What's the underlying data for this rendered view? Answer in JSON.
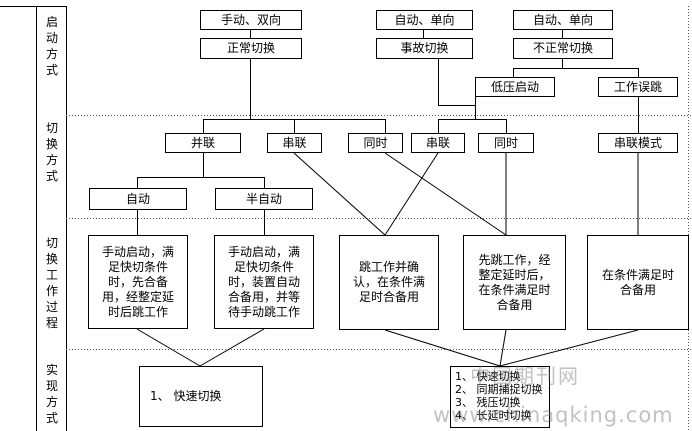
{
  "categories": {
    "start": "启动方式",
    "switch": "切换方式",
    "process": "切换工作过程",
    "implement": "实现方式"
  },
  "boxes": {
    "manual_bidirectional": "手动、双向",
    "auto_oneway_1": "自动、单向",
    "auto_oneway_2": "自动、单向",
    "normal_switch": "正常切换",
    "fault_switch": "事故切换",
    "abnormal_switch": "不正常切换",
    "low_voltage_start": "低压启动",
    "mis_trip": "工作误跳",
    "parallel": "并联",
    "series_1": "串联",
    "simultaneous_1": "同时",
    "series_2": "串联",
    "simultaneous_2": "同时",
    "series_mode": "串联模式",
    "auto": "自动",
    "semi_auto": "半自动",
    "proc_1": "手动启动，满\n足快切条件\n时，先合备\n用，经整定延\n时后跳工作",
    "proc_2": "手动启动，满\n足快切条件\n时，装置自动\n合备用，并等\n待手动跳工作",
    "proc_3": "跳工作并确\n认，在条件满\n足时合备用",
    "proc_4": "先跳工作，经\n整定延时后，\n在条件满足时\n合备用",
    "proc_5": "在条件满足时\n合备用",
    "impl_1": "1、 快速切换",
    "impl_2": "1、 快速切换\n2、 同期捕捉切换\n3、 残压切换\n4、 长延时切换"
  },
  "watermark": {
    "cn": "中国期刊网",
    "url": "www.chinaqking.com"
  },
  "colors": {
    "line": "#000000",
    "dotted": "#555555"
  }
}
